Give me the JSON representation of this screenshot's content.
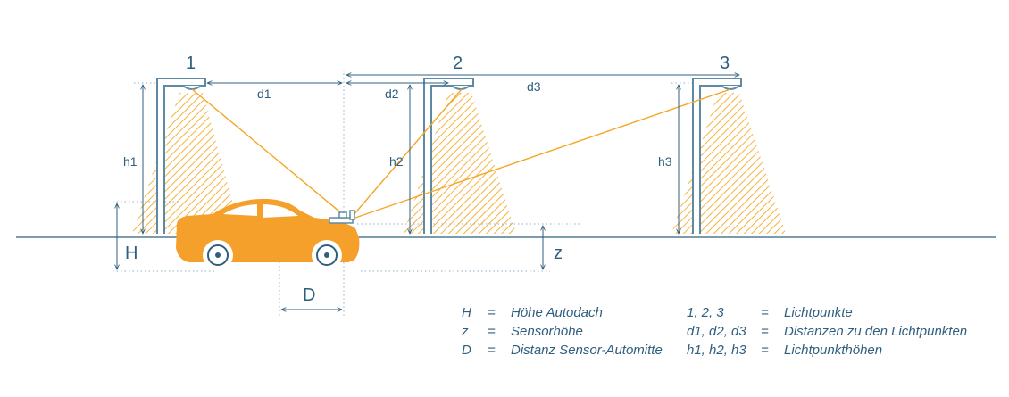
{
  "lamps": [
    {
      "number": "1",
      "distance_label": "d1",
      "height_label": "h1"
    },
    {
      "number": "2",
      "distance_label": "d2",
      "height_label": "h2"
    },
    {
      "number": "3",
      "distance_label": "d3",
      "height_label": "h3"
    }
  ],
  "dimensions": {
    "car_roof_height": "H",
    "sensor_height": "z",
    "sensor_offset": "D"
  },
  "legend": [
    {
      "symbol": "H",
      "eq": "=",
      "meaning": "Höhe Autodach",
      "symbol2": "1, 2, 3",
      "eq2": "=",
      "meaning2": "Lichtpunkte"
    },
    {
      "symbol": "z",
      "eq": "=",
      "meaning": "Sensorhöhe",
      "symbol2": "d1, d2, d3",
      "eq2": "=",
      "meaning2": "Distanzen zu den Lichtpunkten"
    },
    {
      "symbol": "D",
      "eq": "=",
      "meaning": "Distanz Sensor-Automitte",
      "symbol2": "h1, h2, h3",
      "eq2": "=",
      "meaning2": "Lichtpunkthöhen"
    }
  ],
  "colors": {
    "line": "#2f5f7f",
    "light": "#f5a623",
    "car": "#f5a02a",
    "pole": "#5f8aa6"
  }
}
